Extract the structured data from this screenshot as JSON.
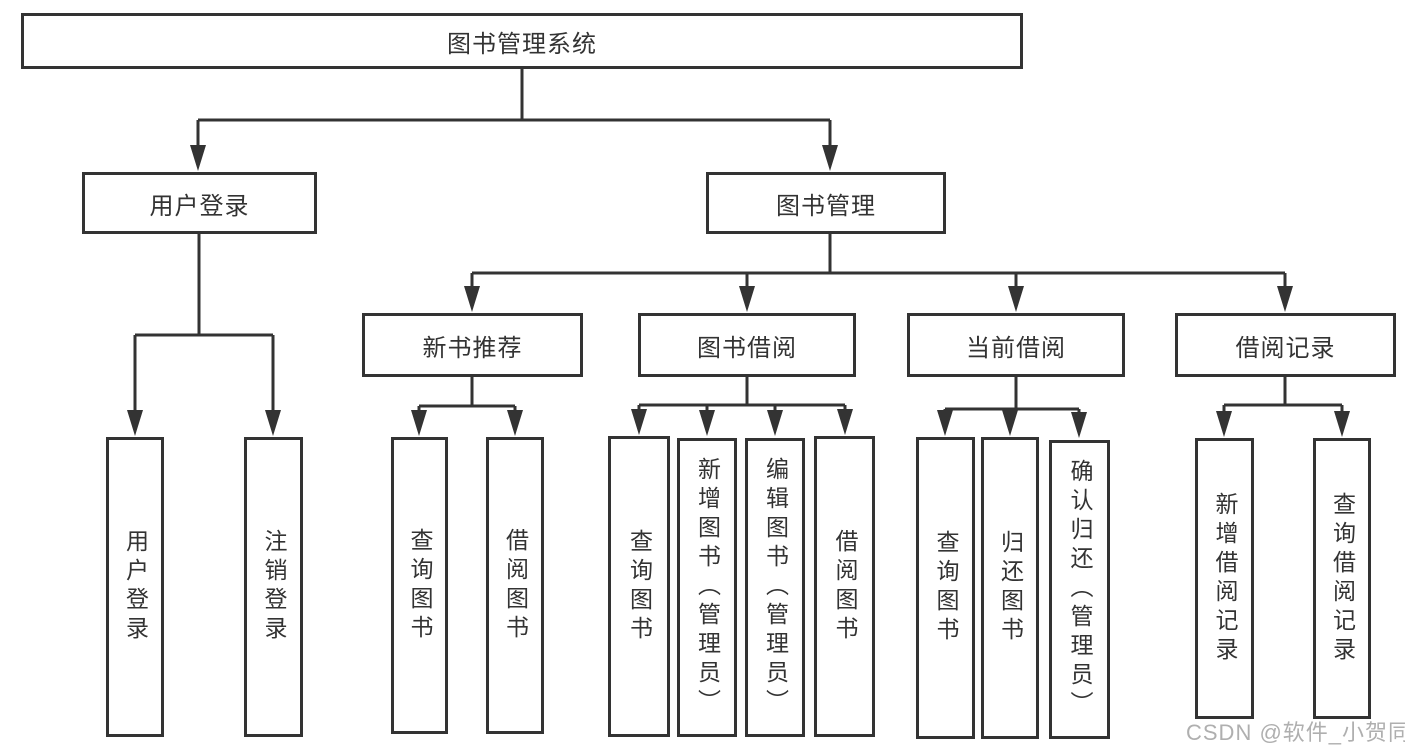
{
  "nodes": {
    "root": "图书管理系统",
    "userLogin": "用户登录",
    "bookMgmt": "图书管理",
    "newBookRec": "新书推荐",
    "bookBorrow": "图书借阅",
    "currentBorrow": "当前借阅",
    "borrowRecords": "借阅记录",
    "leafUserLogin": "用户登录",
    "leafLogout": "注销登录",
    "leafQueryBookA": "查询图书",
    "leafBorrowBookA": "借阅图书",
    "leafQueryBookB": "查询图书",
    "leafAddBook": "新增图书（管理员）",
    "leafEditBook": "编辑图书（管理员）",
    "leafBorrowBookB": "借阅图书",
    "leafQueryBookC": "查询图书",
    "leafReturnBook": "归还图书",
    "leafConfirmReturn": "确认归还（管理员）",
    "leafAddRecord": "新增借阅记录",
    "leafQueryRecord": "查询借阅记录"
  },
  "hierarchy": {
    "图书管理系统": {
      "用户登录": [
        "用户登录",
        "注销登录"
      ],
      "图书管理": {
        "新书推荐": [
          "查询图书",
          "借阅图书"
        ],
        "图书借阅": [
          "查询图书",
          "新增图书（管理员）",
          "编辑图书（管理员）",
          "借阅图书"
        ],
        "当前借阅": [
          "查询图书",
          "归还图书",
          "确认归还（管理员）"
        ],
        "借阅记录": [
          "新增借阅记录",
          "查询借阅记录"
        ]
      }
    }
  },
  "watermark": "CSDN @软件_小贺同学",
  "colors": {
    "stroke": "#333333",
    "text": "#333333",
    "background": "#ffffff",
    "watermark": "#ababab"
  }
}
